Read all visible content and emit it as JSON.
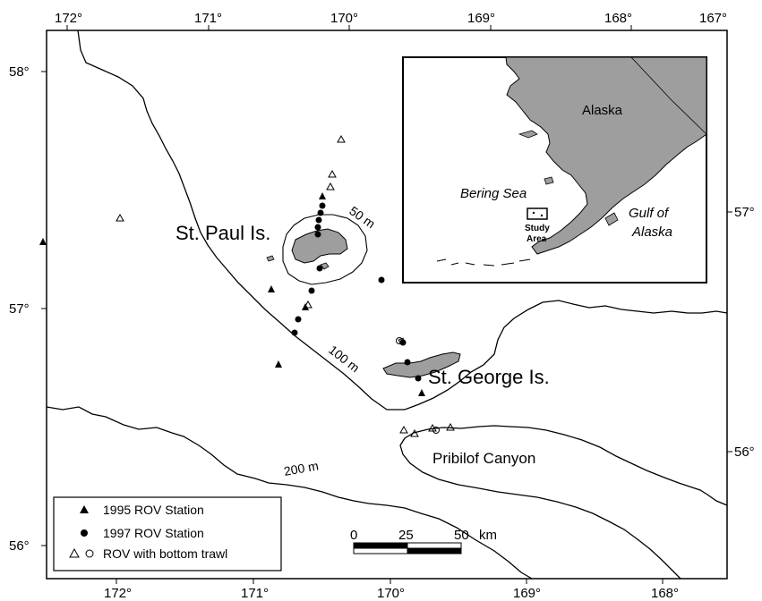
{
  "axes": {
    "top_lon_labels": [
      "172°",
      "171°",
      "170°",
      "169°",
      "168°",
      "167°"
    ],
    "bottom_lon_labels": [
      "172°",
      "171°",
      "170°",
      "169°",
      "168°"
    ],
    "left_lat_labels": [
      "58°",
      "57°",
      "56°"
    ],
    "right_lat_labels": [
      "57°",
      "56°"
    ]
  },
  "places": {
    "st_paul": "St. Paul Is.",
    "st_george": "St. George Is.",
    "pribilof_canyon": "Pribilof Canyon"
  },
  "depth_contours": {
    "d50": "50 m",
    "d100": "100 m",
    "d200": "200 m"
  },
  "inset": {
    "alaska": "Alaska",
    "bering_sea": "Bering Sea",
    "gulf_line1": "Gulf of",
    "gulf_line2": "Alaska",
    "study_line1": "Study",
    "study_line2": "Area"
  },
  "legend": {
    "item_1995": "1995  ROV Station",
    "item_1997": "1997  ROV Station",
    "item_trawl": "ROV with bottom trawl"
  },
  "scale_bar": {
    "ticks": [
      "0",
      "25",
      "50"
    ],
    "unit": "km"
  },
  "colors": {
    "land": "#9e9e9e",
    "frame": "#000000",
    "background": "#ffffff"
  }
}
